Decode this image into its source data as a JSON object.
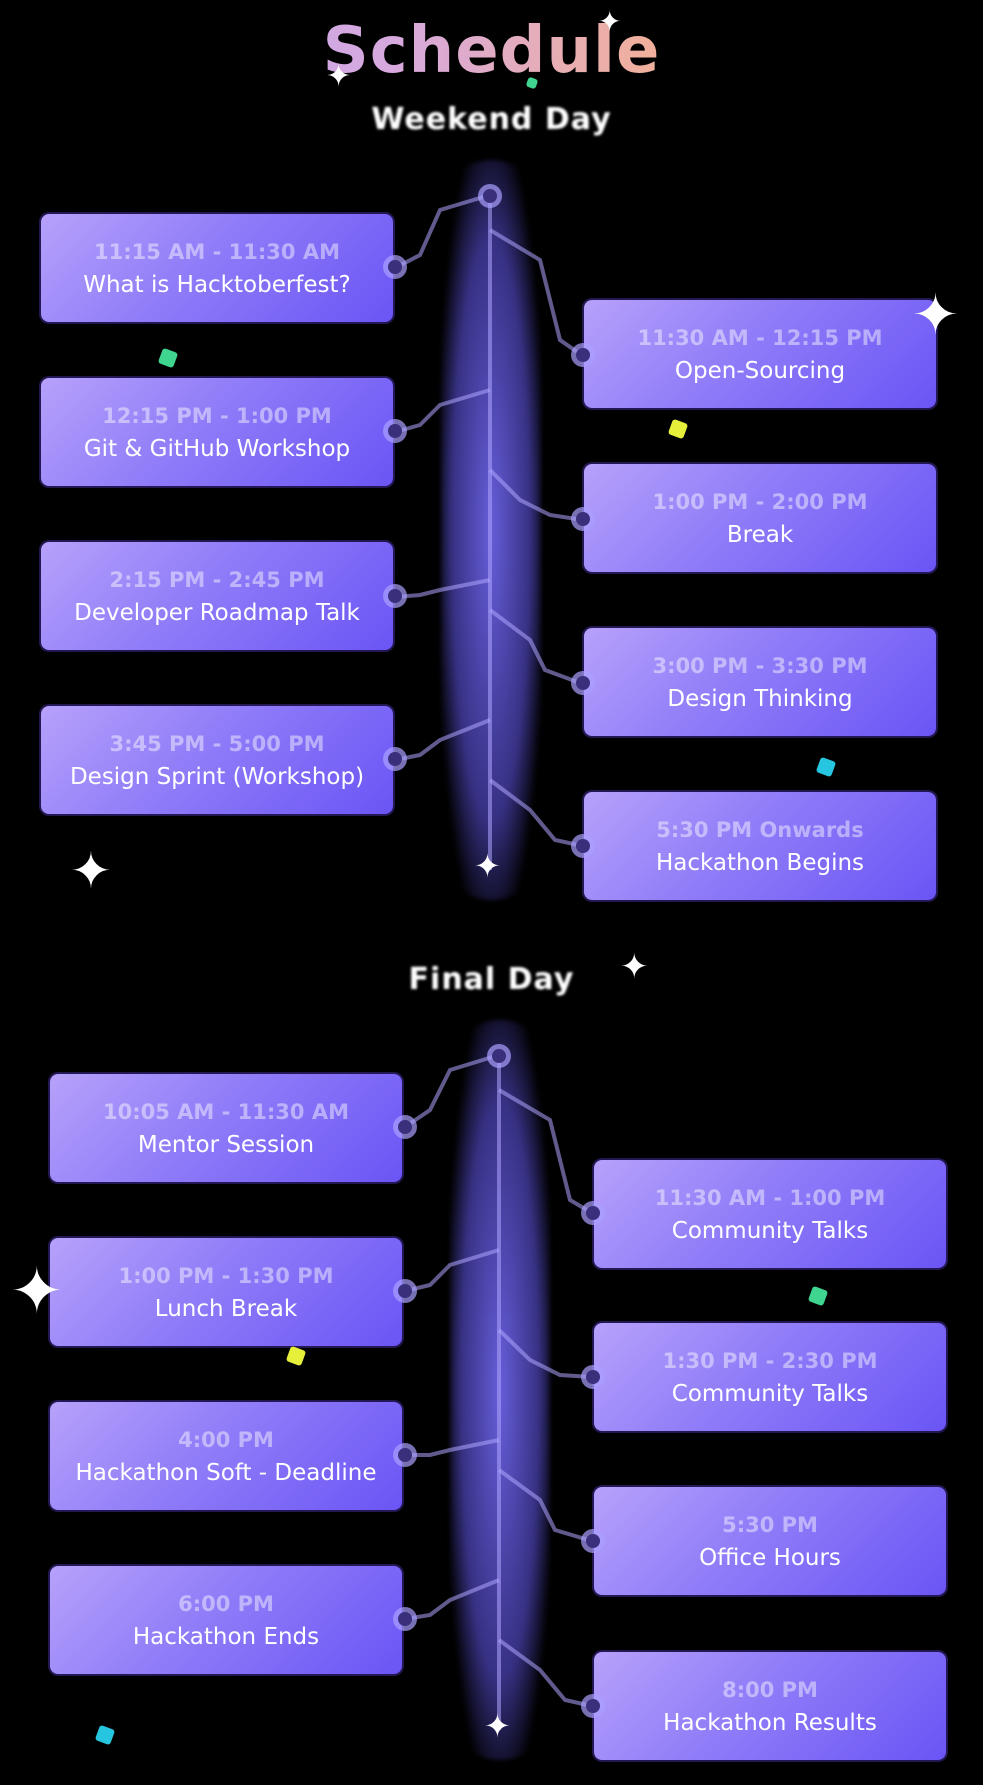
{
  "title": "Schedule",
  "days": [
    {
      "label": "Weekend Day",
      "left_sessions": [
        {
          "time": "11:15 AM - 11:30 AM",
          "event": "What is Hacktoberfest?"
        },
        {
          "time": "12:15 PM - 1:00 PM",
          "event": "Git & GitHub Workshop"
        },
        {
          "time": "2:15 PM - 2:45 PM",
          "event": "Developer Roadmap Talk"
        },
        {
          "time": "3:45 PM - 5:00 PM",
          "event": "Design Sprint (Workshop)"
        }
      ],
      "right_sessions": [
        {
          "time": "11:30 AM - 12:15 PM",
          "event": "Open-Sourcing"
        },
        {
          "time": "1:00 PM - 2:00 PM",
          "event": "Break"
        },
        {
          "time": "3:00 PM - 3:30 PM",
          "event": "Design Thinking"
        },
        {
          "time": "5:30 PM Onwards",
          "event": "Hackathon Begins"
        }
      ]
    },
    {
      "label": "Final Day",
      "left_sessions": [
        {
          "time": "10:05 AM - 11:30 AM",
          "event": "Mentor Session"
        },
        {
          "time": "1:00 PM - 1:30 PM",
          "event": "Lunch Break"
        },
        {
          "time": "4:00 PM",
          "event": "Hackathon Soft - Deadline"
        },
        {
          "time": "6:00 PM",
          "event": "Hackathon Ends"
        }
      ],
      "right_sessions": [
        {
          "time": "11:30 AM - 1:00 PM",
          "event": "Community Talks"
        },
        {
          "time": "1:30 PM - 2:30 PM",
          "event": "Community Talks"
        },
        {
          "time": "5:30 PM",
          "event": "Office Hours"
        },
        {
          "time": "8:00 PM",
          "event": "Hackathon Results"
        }
      ]
    }
  ],
  "colors": {
    "card_light": "#b7a1fb",
    "card_dark": "#6a55f5",
    "glow": "#7a6eff",
    "cube_green": "#3fd48f",
    "cube_yellow": "#e6f03a",
    "cube_cyan": "#27c6e0"
  }
}
